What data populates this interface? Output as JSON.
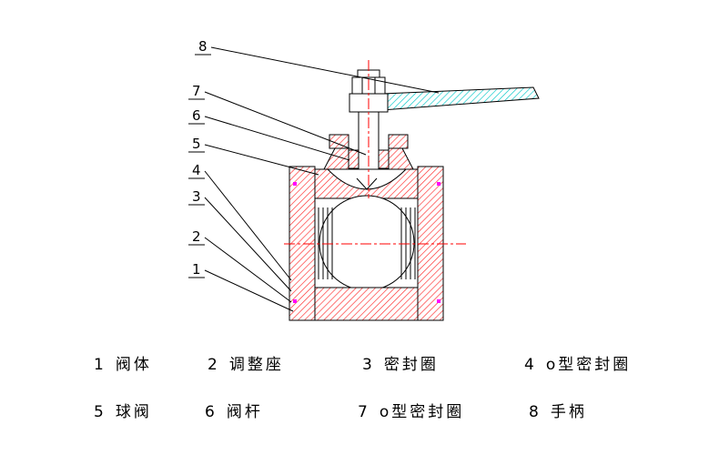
{
  "diagram": {
    "name": "ball-valve-sectional-drawing",
    "colors": {
      "hatch_red": "#ff2a2a",
      "handle_cyan": "#00c8c8",
      "centerline_red": "#ff0000",
      "bolt_magenta": "#ff00ff",
      "outline_black": "#000000"
    },
    "callouts": [
      "8",
      "7",
      "6",
      "5",
      "4",
      "3",
      "2",
      "1"
    ]
  },
  "legend": {
    "row1": [
      {
        "num": "1",
        "label": "阀体"
      },
      {
        "num": "2",
        "label": "调整座"
      },
      {
        "num": "3",
        "label": "密封圈"
      },
      {
        "num": "4",
        "label": "o型密封圈"
      }
    ],
    "row2": [
      {
        "num": "5",
        "label": "球阀"
      },
      {
        "num": "6",
        "label": "阀杆"
      },
      {
        "num": "7",
        "label": "o型密封圈"
      },
      {
        "num": "8",
        "label": "手柄"
      }
    ]
  }
}
